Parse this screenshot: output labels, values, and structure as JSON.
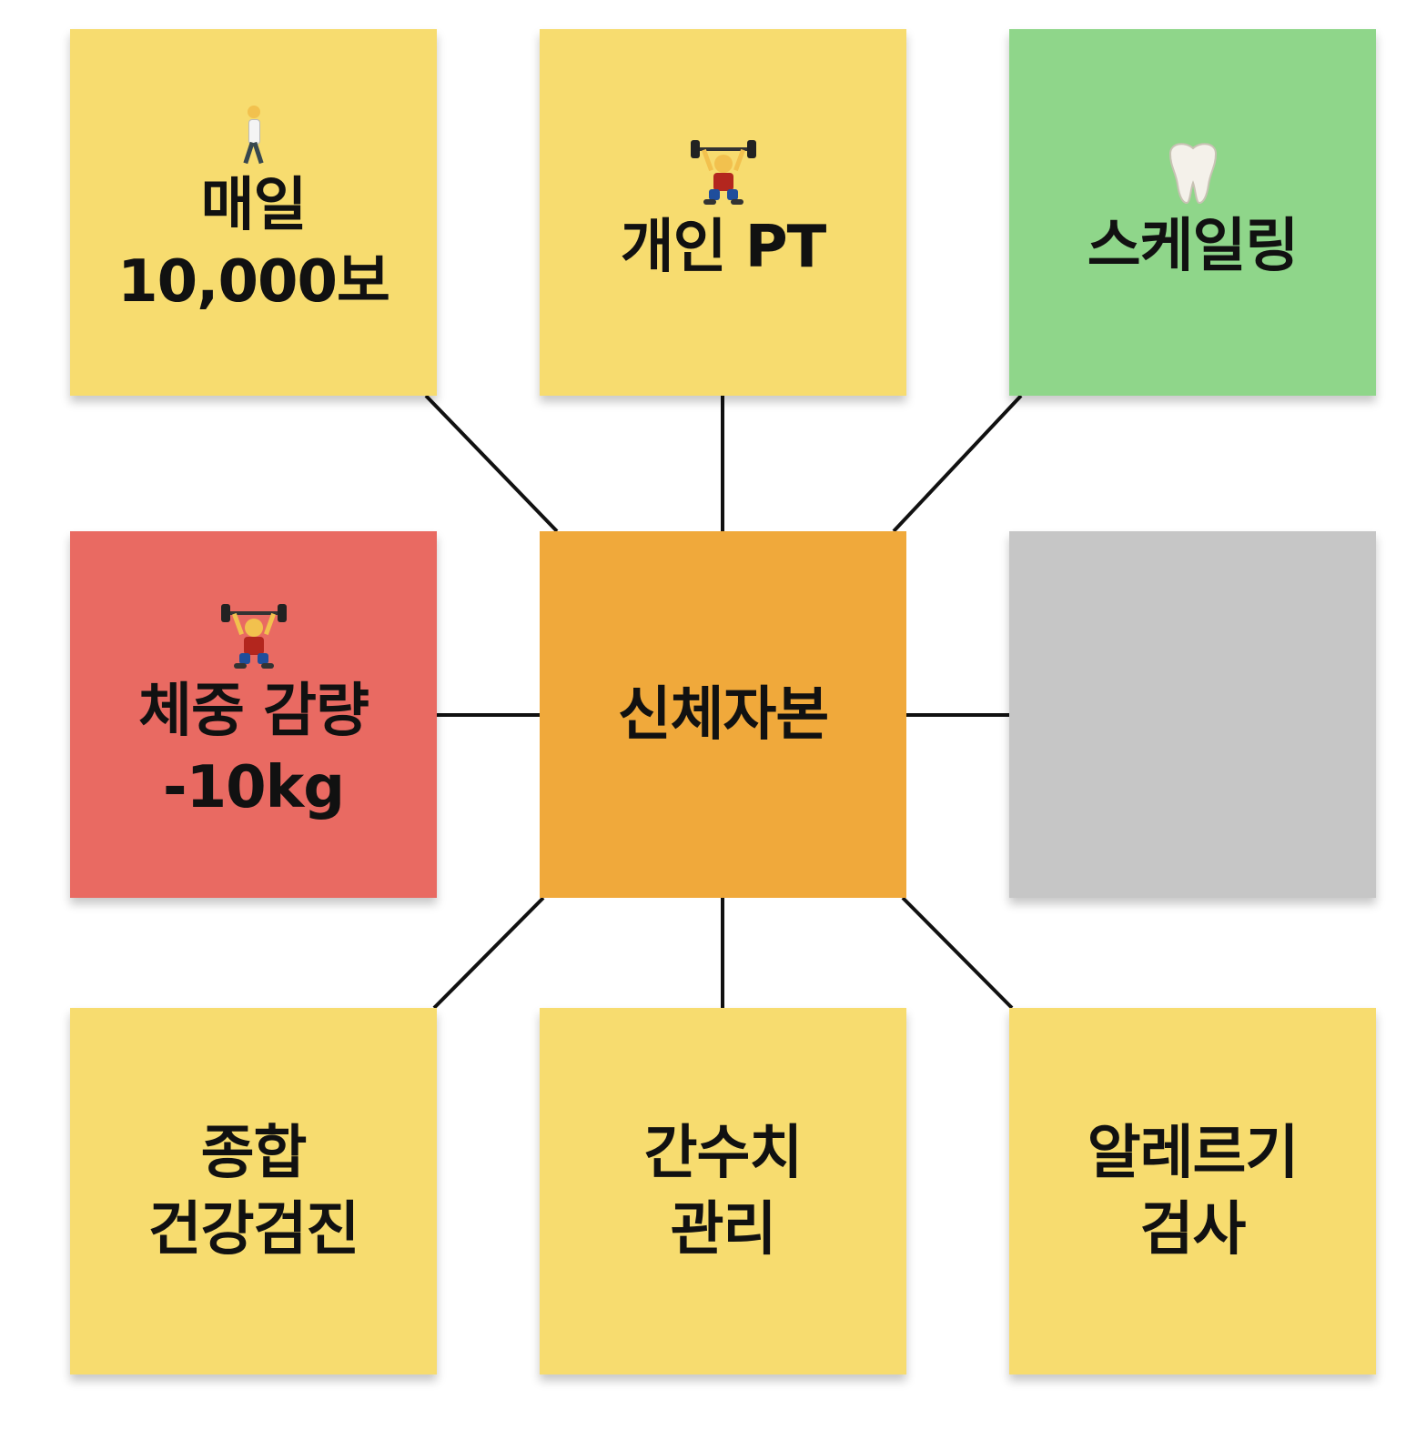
{
  "colors": {
    "yellow_note": "#f7dc6f",
    "green_note": "#8fd68a",
    "red_note": "#e96a62",
    "orange_note": "#f0a93b",
    "gray_note": "#c6c6c6",
    "connector": "#111111"
  },
  "center": {
    "label": "신체자본"
  },
  "notes": {
    "top_left": {
      "label": "매일\n10,000보",
      "icon": "person-walking-icon"
    },
    "top_center": {
      "label": "개인 PT",
      "icon": "person-lifting-weights-icon"
    },
    "top_right": {
      "label": "스케일링",
      "icon": "tooth-icon"
    },
    "middle_left": {
      "label": "체중 감량\n-10kg",
      "icon": "person-lifting-weights-icon"
    },
    "middle_right": {
      "label": ""
    },
    "bottom_left": {
      "label": "종합\n건강검진"
    },
    "bottom_center": {
      "label": "간수치\n관리"
    },
    "bottom_right": {
      "label": "알레르기\n검사"
    }
  }
}
